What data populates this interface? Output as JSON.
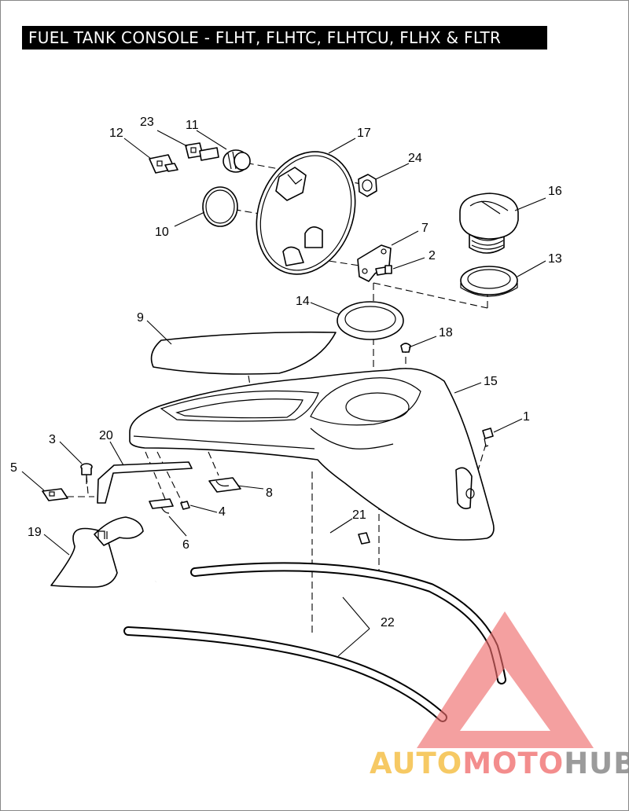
{
  "title": "FUEL TANK CONSOLE - FLHT, FLHTC, FLHTCU, FLHX & FLTR",
  "callouts": {
    "c1": "1",
    "c2": "2",
    "c3": "3",
    "c4": "4",
    "c5": "5",
    "c6": "6",
    "c7": "7",
    "c8": "8",
    "c9": "9",
    "c10": "10",
    "c11": "11",
    "c12": "12",
    "c13": "13",
    "c14": "14",
    "c15": "15",
    "c16": "16",
    "c17": "17",
    "c18": "18",
    "c19": "19",
    "c20": "20",
    "c21": "21",
    "c22": "22",
    "c23": "23",
    "c24": "24"
  },
  "watermark": {
    "part1": "AUTO",
    "part2": "MOTO",
    "part3": "HUB",
    "color_auto": "#f5c04a",
    "color_moto": "#f27a7a",
    "color_hub": "#8a8a8a",
    "triangle_color": "#ee6b6b"
  }
}
